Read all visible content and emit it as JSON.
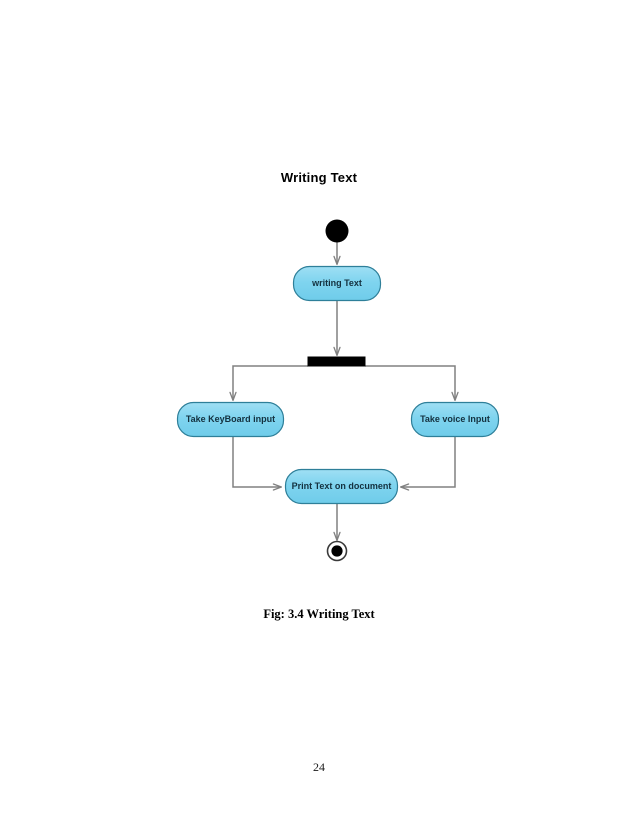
{
  "page": {
    "page_number": "24",
    "background_color": "#ffffff"
  },
  "diagram": {
    "title": "Writing Text",
    "caption": "Fig: 3.4 Writing Text",
    "type": "uml-activity-diagram",
    "colors": {
      "node_fill": "#7FD4EF",
      "node_fill_light": "#A9E2F5",
      "node_stroke": "#2E7F99",
      "node_text": "#14313f",
      "connector": "#808080",
      "bar_fill": "#000000",
      "initial_node": "#000000",
      "final_node": "#000000"
    },
    "nodes": [
      {
        "id": "initial",
        "kind": "initial-node",
        "label": ""
      },
      {
        "id": "writing-text",
        "kind": "activity-node",
        "label": "writing Text"
      },
      {
        "id": "fork",
        "kind": "fork-bar",
        "label": ""
      },
      {
        "id": "take-keyboard-input",
        "kind": "activity-node",
        "label": "Take KeyBoard input"
      },
      {
        "id": "take-voice-input",
        "kind": "activity-node",
        "label": "Take voice Input"
      },
      {
        "id": "print-text-on-document",
        "kind": "activity-node",
        "label": "Print Text on document"
      },
      {
        "id": "final",
        "kind": "final-node",
        "label": ""
      }
    ],
    "edges": [
      {
        "from": "initial",
        "to": "writing-text"
      },
      {
        "from": "writing-text",
        "to": "fork"
      },
      {
        "from": "fork",
        "to": "take-keyboard-input"
      },
      {
        "from": "fork",
        "to": "take-voice-input"
      },
      {
        "from": "take-keyboard-input",
        "to": "print-text-on-document"
      },
      {
        "from": "take-voice-input",
        "to": "print-text-on-document"
      },
      {
        "from": "print-text-on-document",
        "to": "final"
      }
    ]
  }
}
